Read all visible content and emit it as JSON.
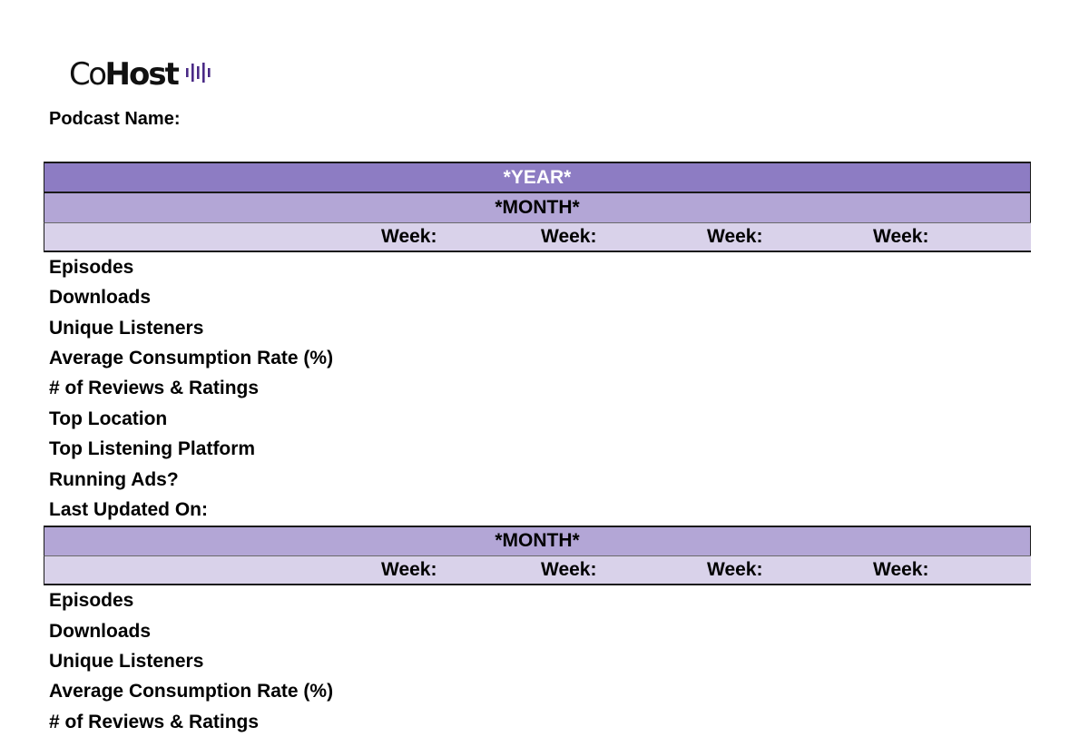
{
  "logo": {
    "text_light": "Co",
    "text_bold": "Host",
    "icon": "waveform-icon",
    "icon_color": "#4a2a86"
  },
  "podcast_name_label": "Podcast Name:",
  "year_label": "*YEAR*",
  "colors": {
    "year_band": "#8d7cc3",
    "month_band": "#b3a6d6",
    "week_band": "#d9d2ea"
  },
  "months": [
    {
      "label": "*MONTH*",
      "week_labels": [
        "Week:",
        "Week:",
        "Week:",
        "Week:"
      ],
      "rows": [
        "Episodes",
        "Downloads",
        "Unique Listeners",
        "Average Consumption Rate (%)",
        "# of Reviews & Ratings",
        "Top Location",
        "Top Listening Platform",
        "Running Ads?",
        "Last Updated On:"
      ]
    },
    {
      "label": "*MONTH*",
      "week_labels": [
        "Week:",
        "Week:",
        "Week:",
        "Week:"
      ],
      "rows": [
        "Episodes",
        "Downloads",
        "Unique Listeners",
        "Average Consumption Rate (%)",
        "# of Reviews & Ratings"
      ]
    }
  ]
}
